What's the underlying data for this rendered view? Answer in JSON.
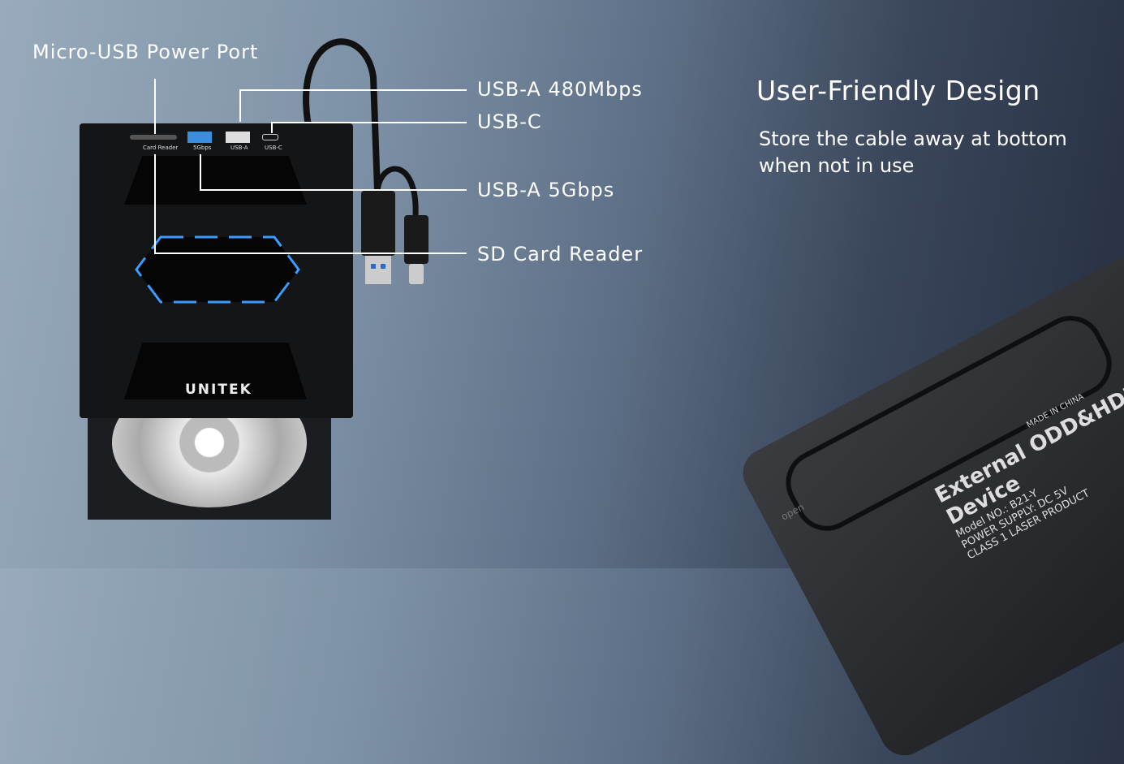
{
  "callouts": {
    "micro_usb": "Micro-USB Power Port",
    "usb_a_480": "USB-A 480Mbps",
    "usb_c": "USB-C",
    "usb_a_5g": "USB-A 5Gbps",
    "sd_card": "SD Card Reader"
  },
  "ports": {
    "card_reader": "Card Reader",
    "gbps": "5Gbps",
    "usb_a": "USB-A",
    "usb_c": "USB-C"
  },
  "brand": "UNITEK",
  "feature": {
    "title": "User-Friendly Design",
    "description_line1": "Store the cable away at bottom",
    "description_line2": "when not in use"
  },
  "device_label": {
    "title": "External ODD&HDD Device",
    "model": "Model NO.: B21-Y",
    "power": "POWER SUPPLY: DC 5V",
    "laser": "CLASS 1 LASER PRODUCT",
    "origin": "MADE IN CHINA",
    "open": "open"
  },
  "colors": {
    "accent_led": "#3a9cff",
    "device": "#141517"
  }
}
